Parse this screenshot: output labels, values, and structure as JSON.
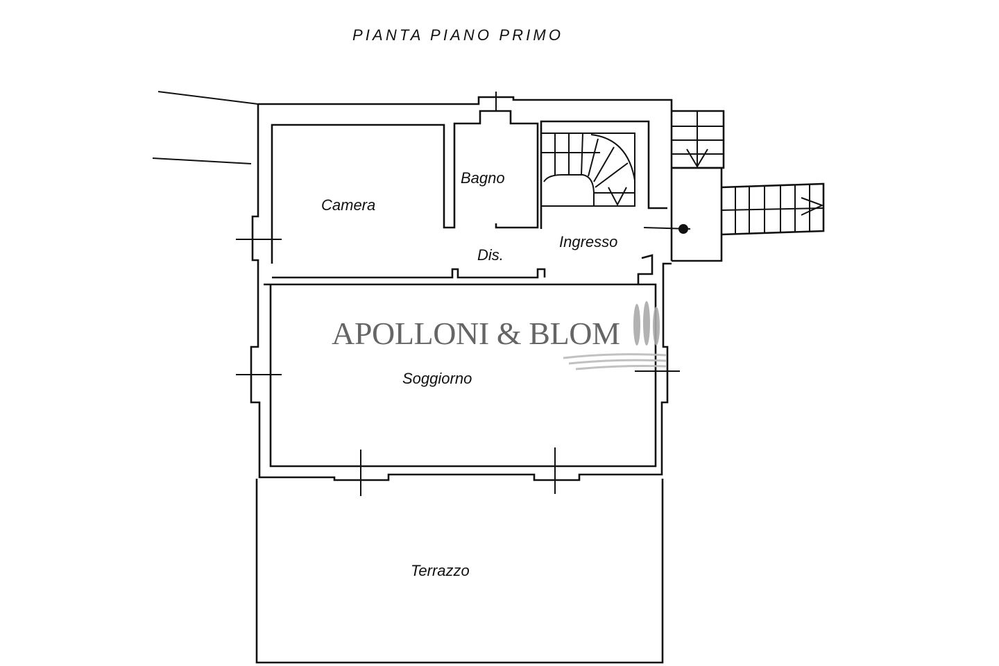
{
  "title": "PIANTA PIANO PRIMO",
  "rooms": {
    "camera": "Camera",
    "bagno": "Bagno",
    "dis": "Dis.",
    "ingresso": "Ingresso",
    "soggiorno": "Soggiorno",
    "terrazzo": "Terrazzo"
  },
  "watermark": {
    "text": "APOLLONI & BLOM",
    "color": "#555555"
  }
}
